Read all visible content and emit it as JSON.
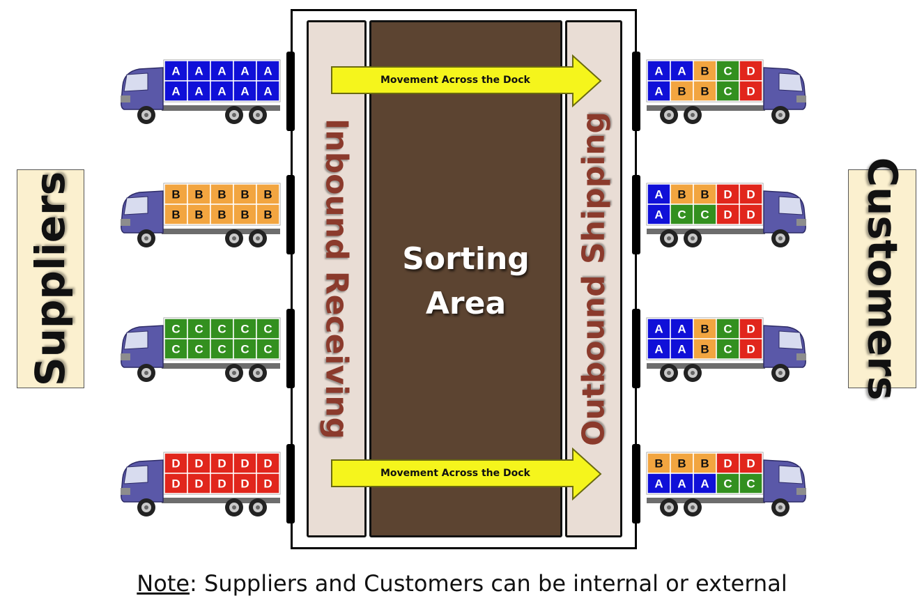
{
  "colors": {
    "A": "#1010d8",
    "B": "#f2a540",
    "C": "#33901f",
    "D": "#e1261c"
  },
  "suppliers_label": "Suppliers",
  "customers_label": "Customers",
  "inbound_label": "Inbound Receiving",
  "outbound_label": "Outbound Shipping",
  "sorting_label_line1": "Sorting",
  "sorting_label_line2": "Area",
  "arrow_label": "Movement Across the Dock",
  "note_prefix": "Note",
  "note_text": ": Suppliers and Customers can be internal or external",
  "supplier_trucks": [
    {
      "top": [
        "A",
        "A",
        "A",
        "A",
        "A"
      ],
      "bottom": [
        "A",
        "A",
        "A",
        "A",
        "A"
      ]
    },
    {
      "top": [
        "B",
        "B",
        "B",
        "B",
        "B"
      ],
      "bottom": [
        "B",
        "B",
        "B",
        "B",
        "B"
      ]
    },
    {
      "top": [
        "C",
        "C",
        "C",
        "C",
        "C"
      ],
      "bottom": [
        "C",
        "C",
        "C",
        "C",
        "C"
      ]
    },
    {
      "top": [
        "D",
        "D",
        "D",
        "D",
        "D"
      ],
      "bottom": [
        "D",
        "D",
        "D",
        "D",
        "D"
      ]
    }
  ],
  "customer_trucks": [
    {
      "top": [
        "A",
        "A",
        "B",
        "C",
        "D"
      ],
      "bottom": [
        "A",
        "B",
        "B",
        "C",
        "D"
      ]
    },
    {
      "top": [
        "A",
        "B",
        "B",
        "D",
        "D"
      ],
      "bottom": [
        "A",
        "C",
        "C",
        "D",
        "D"
      ]
    },
    {
      "top": [
        "A",
        "A",
        "B",
        "C",
        "D"
      ],
      "bottom": [
        "A",
        "A",
        "B",
        "C",
        "D"
      ]
    },
    {
      "top": [
        "B",
        "B",
        "B",
        "D",
        "D"
      ],
      "bottom": [
        "A",
        "A",
        "A",
        "C",
        "C"
      ]
    }
  ]
}
